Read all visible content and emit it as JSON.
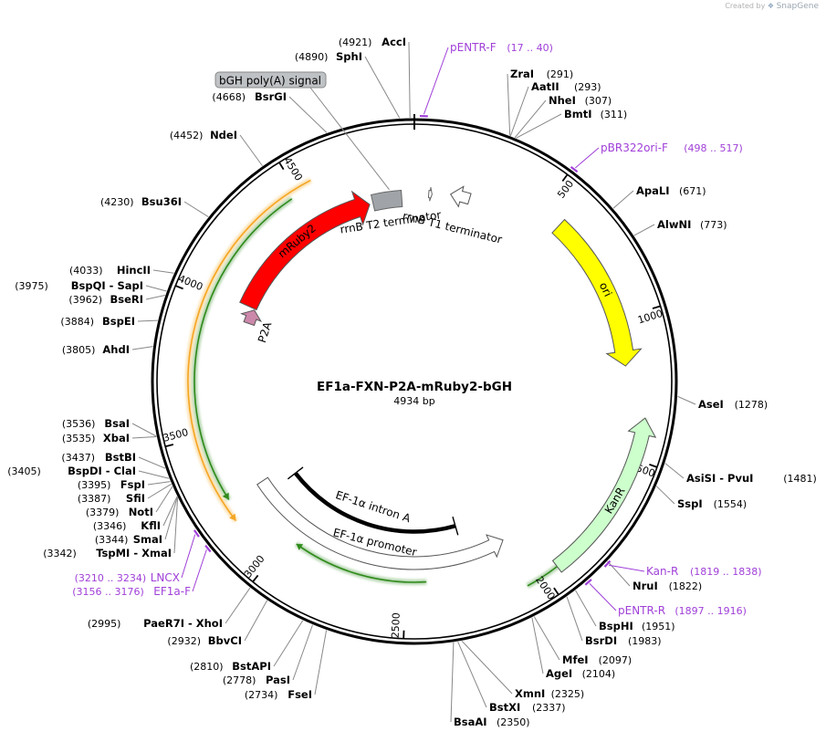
{
  "watermark": {
    "prefix": "Created by",
    "brand": "SnapGene"
  },
  "plasmid": {
    "name": "EF1a-FXN-P2A-mRuby2-bGH",
    "size_label": "4934 bp",
    "length": 4934
  },
  "colors": {
    "primer": "#a040d8",
    "ori": "#ffff00",
    "kanr": "#ccffcc",
    "mruby2": "#ff0000",
    "p2a": "#cc88aa",
    "terminator_gray": "#a0a4a8",
    "orange": "#f5a623",
    "green": "#2f8a1a"
  },
  "ticks": [
    {
      "bp": 500,
      "label": "500"
    },
    {
      "bp": 1000,
      "label": "1000"
    },
    {
      "bp": 1500,
      "label": "1500"
    },
    {
      "bp": 2000,
      "label": "2000"
    },
    {
      "bp": 2500,
      "label": "2500"
    },
    {
      "bp": 3000,
      "label": "3000"
    },
    {
      "bp": 3500,
      "label": "3500"
    },
    {
      "bp": 4000,
      "label": "4000"
    },
    {
      "bp": 4500,
      "label": "4500"
    }
  ],
  "features": [
    {
      "name": "ori",
      "label": "ori",
      "start": 587,
      "end": 1176,
      "strand": 1,
      "color": "#ffff00",
      "label_fill": "#000000",
      "icon": "arrow"
    },
    {
      "name": "KanR",
      "label": "KanR",
      "start": 1357,
      "end": 1951,
      "strand": -1,
      "color": "#ccffcc",
      "label_fill": "#000000",
      "icon": "arrow"
    },
    {
      "name": "EF-1a promoter",
      "label": "EF-1α promoter",
      "start": 2067,
      "end": 3245,
      "strand": -1,
      "color": "#ffffff",
      "label_fill": "#000000",
      "icon": "arrow"
    },
    {
      "name": "EF-1a intron A",
      "label": "EF-1α intron A",
      "start": 2250,
      "end": 3185,
      "strand": 0,
      "color": "#000000",
      "label_fill": "#000000",
      "icon": "bar"
    },
    {
      "name": "P2A",
      "label": "P2A",
      "start": 3965,
      "end": 4030,
      "strand": 1,
      "color": "#cc88aa",
      "label_fill": "#000000",
      "icon": "arrow"
    },
    {
      "name": "mRuby2",
      "label": "mRuby2",
      "start": 4035,
      "end": 4740,
      "strand": 1,
      "color": "#ff0000",
      "label_fill": "#ffffff",
      "icon": "arrow"
    },
    {
      "name": "rrnB T2 terminator",
      "label": "rrnB T2 terminator",
      "start": 4755,
      "end": 4880,
      "strand": 0,
      "color": "#a0a4a8",
      "label_fill": "#000000",
      "icon": "box"
    },
    {
      "name": "rrnB T1 terminator",
      "label": "rrnB T1 terminator",
      "start": 150,
      "end": 230,
      "strand": -1,
      "color": "#ffffff",
      "label_fill": "#000000",
      "icon": "arrow"
    }
  ],
  "orfs": [
    {
      "start": 3180,
      "end": 4560,
      "strand": -1,
      "color": "#f5a623",
      "type": "orange"
    },
    {
      "start": 3255,
      "end": 4470,
      "strand": -1,
      "color": "#2f8a1a",
      "type": "green"
    },
    {
      "start": 2420,
      "end": 2960,
      "strand": 1,
      "color": "#2f8a1a",
      "type": "green"
    },
    {
      "start": 1360,
      "end": 2070,
      "strand": -1,
      "color": "#2f8a1a",
      "type": "green"
    }
  ],
  "small_arrow": {
    "bp": 60,
    "strand": 1
  },
  "bgh_label": {
    "text": "bGH poly(A) signal",
    "bp": 4832
  },
  "sites": [
    {
      "name": "AccI",
      "pos": "(4921)",
      "bp": 4921,
      "name_first": false
    },
    {
      "name": "SphI",
      "pos": "(4890)",
      "bp": 4890,
      "name_first": false
    },
    {
      "name": "BsrGI",
      "pos": "(4668)",
      "bp": 4668,
      "name_first": false
    },
    {
      "name": "NdeI",
      "pos": "(4452)",
      "bp": 4452,
      "name_first": false
    },
    {
      "name": "Bsu36I",
      "pos": "(4230)",
      "bp": 4230,
      "name_first": false
    },
    {
      "name": "HincII",
      "pos": "(4033)",
      "bp": 4033,
      "name_first": false
    },
    {
      "name": "BspQI  - SapI",
      "pos": "(3975)",
      "bp": 3975,
      "name_first": false
    },
    {
      "name": "BseRI",
      "pos": "(3962)",
      "bp": 3962,
      "name_first": false
    },
    {
      "name": "BspEI",
      "pos": "(3884)",
      "bp": 3884,
      "name_first": false
    },
    {
      "name": "AhdI",
      "pos": "(3805)",
      "bp": 3805,
      "name_first": false
    },
    {
      "name": "BsaI",
      "pos": "(3536)",
      "bp": 3536,
      "name_first": false
    },
    {
      "name": "XbaI",
      "pos": "(3535)",
      "bp": 3535,
      "name_first": false
    },
    {
      "name": "BstBI",
      "pos": "(3437)",
      "bp": 3437,
      "name_first": false
    },
    {
      "name": "BspDI  - ClaI",
      "pos": "(3405)",
      "bp": 3405,
      "name_first": false
    },
    {
      "name": "FspI",
      "pos": "(3395)",
      "bp": 3395,
      "name_first": false
    },
    {
      "name": "SfiI",
      "pos": "(3387)",
      "bp": 3387,
      "name_first": false
    },
    {
      "name": "NotI",
      "pos": "(3379)",
      "bp": 3379,
      "name_first": false
    },
    {
      "name": "KflI",
      "pos": "(3346)",
      "bp": 3346,
      "name_first": false
    },
    {
      "name": "SmaI",
      "pos": "(3344)",
      "bp": 3344,
      "name_first": false
    },
    {
      "name": "TspMI  - XmaI",
      "pos": "(3342)",
      "bp": 3342,
      "name_first": false
    },
    {
      "name": "PaeR7I  - XhoI",
      "pos": "(2995)",
      "bp": 2995,
      "name_first": false
    },
    {
      "name": "BbvCI",
      "pos": "(2932)",
      "bp": 2932,
      "name_first": false
    },
    {
      "name": "BstAPI",
      "pos": "(2810)",
      "bp": 2810,
      "name_first": false
    },
    {
      "name": "PasI",
      "pos": "(2778)",
      "bp": 2778,
      "name_first": false
    },
    {
      "name": "FseI",
      "pos": "(2734)",
      "bp": 2734,
      "name_first": false
    },
    {
      "name": "ZraI",
      "pos": "(291)",
      "bp": 291,
      "name_first": true
    },
    {
      "name": "AatII",
      "pos": "(293)",
      "bp": 293,
      "name_first": true
    },
    {
      "name": "NheI",
      "pos": "(307)",
      "bp": 307,
      "name_first": true
    },
    {
      "name": "BmtI",
      "pos": "(311)",
      "bp": 311,
      "name_first": true
    },
    {
      "name": "ApaLI",
      "pos": "(671)",
      "bp": 671,
      "name_first": true
    },
    {
      "name": "AlwNI",
      "pos": "(773)",
      "bp": 773,
      "name_first": true
    },
    {
      "name": "AseI",
      "pos": "(1278)",
      "bp": 1278,
      "name_first": true
    },
    {
      "name": "AsiSI  - PvuI",
      "pos": "(1481)",
      "bp": 1481,
      "name_first": true
    },
    {
      "name": "SspI",
      "pos": "(1554)",
      "bp": 1554,
      "name_first": true
    },
    {
      "name": "NruI",
      "pos": "(1822)",
      "bp": 1822,
      "name_first": true
    },
    {
      "name": "BspHI",
      "pos": "(1951)",
      "bp": 1951,
      "name_first": true
    },
    {
      "name": "BsrDI",
      "pos": "(1983)",
      "bp": 1983,
      "name_first": true
    },
    {
      "name": "MfeI",
      "pos": "(2097)",
      "bp": 2097,
      "name_first": true
    },
    {
      "name": "AgeI",
      "pos": "(2104)",
      "bp": 2104,
      "name_first": true
    },
    {
      "name": "XmnI",
      "pos": "(2325)",
      "bp": 2325,
      "name_first": true
    },
    {
      "name": "BstXI",
      "pos": "(2337)",
      "bp": 2337,
      "name_first": true
    },
    {
      "name": "BsaAI",
      "pos": "(2350)",
      "bp": 2350,
      "name_first": true
    }
  ],
  "primers": [
    {
      "name": "pENTR-F",
      "range": "(17 .. 40)",
      "bp": 28,
      "name_first": true
    },
    {
      "name": "pBR322ori-F",
      "range": "(498 .. 517)",
      "bp": 507,
      "name_first": true
    },
    {
      "name": "Kan-R",
      "range": "(1819 .. 1838)",
      "bp": 1828,
      "name_first": true
    },
    {
      "name": "pENTR-R",
      "range": "(1897 .. 1916)",
      "bp": 1906,
      "name_first": true
    },
    {
      "name": "LNCX",
      "range": "(3210 .. 3234)",
      "bp": 3222,
      "name_first": false
    },
    {
      "name": "EF1a-F",
      "range": "(3156 .. 3176)",
      "bp": 3166,
      "name_first": false
    }
  ]
}
